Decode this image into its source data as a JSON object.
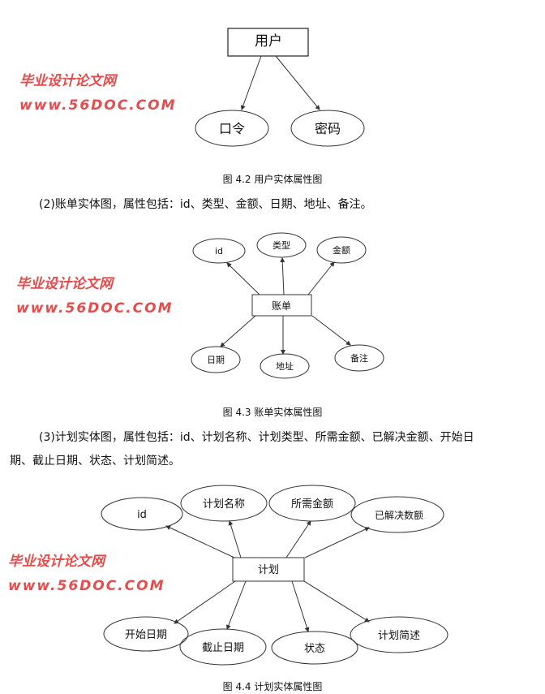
{
  "fig1": {
    "entity": "用户",
    "attrs": [
      "口令",
      "密码"
    ],
    "caption": "图 4.2 用户实体属性图"
  },
  "para2": "(2)账单实体图，属性包括：id、类型、金额、日期、地址、备注。",
  "fig2": {
    "entity": "账单",
    "attrs": [
      "id",
      "类型",
      "金额",
      "日期",
      "地址",
      "备注"
    ],
    "caption": "图 4.3 账单实体属性图"
  },
  "para3_line1": "(3)计划实体图，属性包括：id、计划名称、计划类型、所需金额、已解决金额、开始日",
  "para3_line2": "期、截止日期、状态、计划简述。",
  "fig3": {
    "entity": "计划",
    "attrs": [
      "id",
      "计划名称",
      "所需金额",
      "已解决数额",
      "开始日期",
      "截止日期",
      "状态",
      "计划简述"
    ],
    "caption": "图 4.4 计划实体属性图"
  },
  "watermark": {
    "name": "毕业设计论文网",
    "url": "www.56DOC.COM",
    "color": "#e23a3a"
  }
}
